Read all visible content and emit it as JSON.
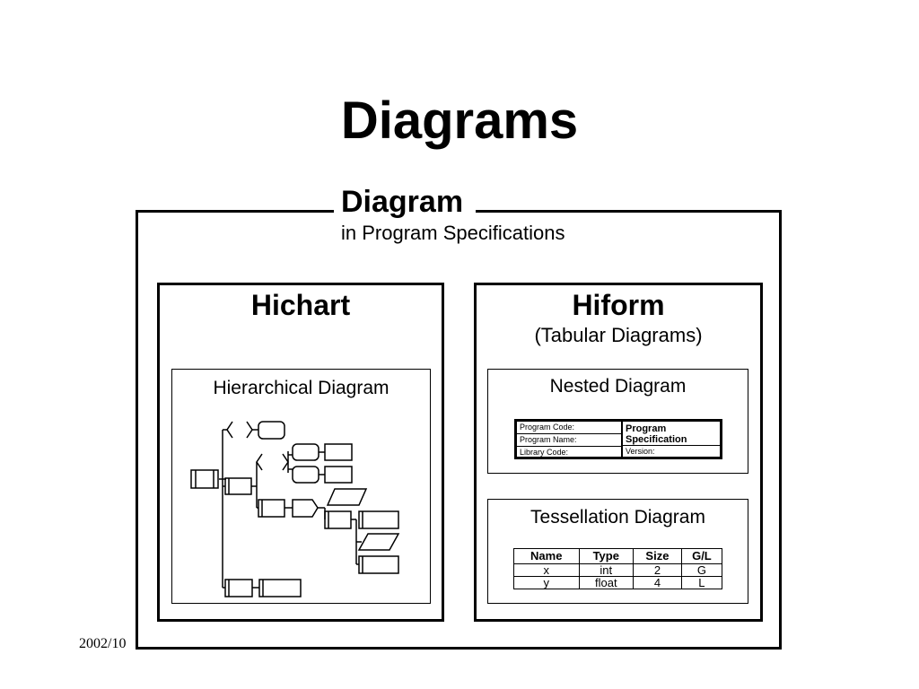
{
  "title": "Diagrams",
  "outer": {
    "title": "Diagram",
    "subtitle": "in Program Specifications"
  },
  "hichart": {
    "title": "Hichart",
    "inner_title": "Hierarchical Diagram"
  },
  "hiform": {
    "title": "Hiform",
    "subtitle": "(Tabular Diagrams)",
    "nested": {
      "title": "Nested Diagram",
      "rows": [
        "Program Code:",
        "Program Name:",
        "Library Code:"
      ],
      "heading": "Program Specification",
      "version": "Version:"
    },
    "tessellation": {
      "title": "Tessellation Diagram",
      "headers": [
        "Name",
        "Type",
        "Size",
        "G/L"
      ],
      "rows": [
        [
          "x",
          "int",
          "2",
          "G"
        ],
        [
          "y",
          "float",
          "4",
          "L"
        ]
      ]
    }
  },
  "footer": {
    "date": "2002/10"
  }
}
